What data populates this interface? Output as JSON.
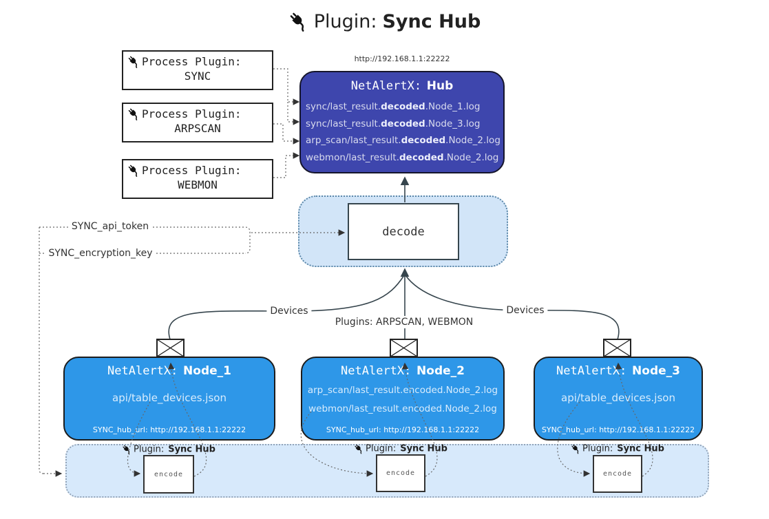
{
  "title": {
    "prefix": "Plugin:",
    "name": "Sync Hub"
  },
  "hub": {
    "url": "http://192.168.1.1:22222",
    "name_prefix": "NetAlertX:",
    "name": "Hub",
    "logs": [
      {
        "pre": "sync/last_result.",
        "bold": "decoded",
        "post": ".Node_1.log"
      },
      {
        "pre": "sync/last_result.",
        "bold": "decoded",
        "post": ".Node_3.log"
      },
      {
        "pre": "arp_scan/last_result.",
        "bold": "decoded",
        "post": ".Node_2.log"
      },
      {
        "pre": "webmon/last_result.",
        "bold": "decoded",
        "post": ".Node_2.log"
      }
    ]
  },
  "process_plugins": [
    {
      "label": "Process Plugin:",
      "name": "SYNC"
    },
    {
      "label": "Process Plugin:",
      "name": "ARPSCAN"
    },
    {
      "label": "Process Plugin:",
      "name": "WEBMON"
    }
  ],
  "decode": {
    "label": "decode"
  },
  "settings": {
    "api_token": "SYNC_api_token",
    "encryption_key": "SYNC_encryption_key"
  },
  "edge_labels": {
    "left": "Devices",
    "middle": "Plugins: ARPSCAN, WEBMON",
    "right": "Devices"
  },
  "nodes": [
    {
      "name_prefix": "NetAlertX:",
      "name": "Node_1",
      "lines": [
        "api/table_devices.json"
      ],
      "hub_url": "SYNC_hub_url: http://192.168.1.1:22222"
    },
    {
      "name_prefix": "NetAlertX:",
      "name": "Node_2",
      "lines": [
        "arp_scan/last_result.encoded.Node_2.log",
        "webmon/last_result.encoded.Node_2.log"
      ],
      "hub_url": "SYNC_hub_url: http://192.168.1.1:22222"
    },
    {
      "name_prefix": "NetAlertX:",
      "name": "Node_3",
      "lines": [
        "api/table_devices.json"
      ],
      "hub_url": "SYNC_hub_url: http://192.168.1.1:22222"
    }
  ],
  "encoders": [
    {
      "prefix": "Plugin:",
      "name": "Sync Hub",
      "box_label": "encode"
    },
    {
      "prefix": "Plugin:",
      "name": "Sync Hub",
      "box_label": "encode"
    },
    {
      "prefix": "Plugin:",
      "name": "Sync Hub",
      "box_label": "encode"
    }
  ],
  "colors": {
    "hub_bg": "#3e46ad",
    "node_bg": "#2e97e8",
    "decode_area_bg": "#d2e5f8",
    "encode_band_bg": "#d7e9fb",
    "line": "#36454d",
    "hub_text": "#d9dbee",
    "node_text": "#d8ecfd"
  }
}
